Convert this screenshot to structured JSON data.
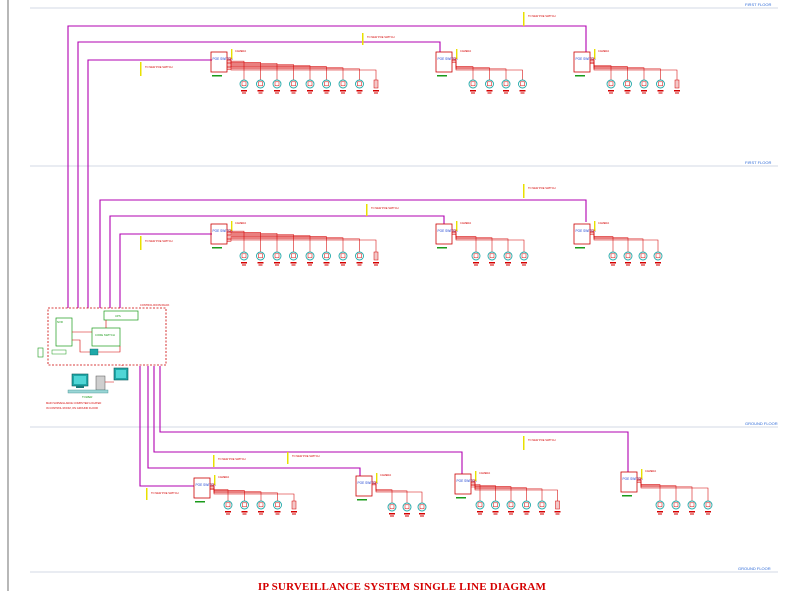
{
  "diagram": {
    "title": "IP SURVEILLANCE SYSTEM SINGLE LINE DIAGRAM",
    "floors": {
      "top": "FIRST FLOOR",
      "upper": "FIRST FLOOR",
      "middle": "GROUND FLOOR",
      "bottom": "GROUND FLOOR"
    },
    "control_room": {
      "caption_line1": "MAIN SURVEILLANCE COMPUTER LOCATED",
      "caption_line2": "IN CONTROL ROOM, ON GROUND FLOOR",
      "workstation_label": "TOWER",
      "rack_label": "CONTROL ROOM RACK",
      "nvr_label": "NVR",
      "switch_label": "CORE SWITCH",
      "ups_label": "UPS"
    },
    "labels": {
      "poe_switch": "POE SWITCH",
      "cable_note": "TO NEW POE SWITCH",
      "camera_note": "CAMERA"
    },
    "colors": {
      "trunk": "#b000b0",
      "cable": "#d40000",
      "switch": "#cc0000",
      "note": "#e8e000",
      "camera": "#1fa8a8",
      "equipment": "#1a9a1a",
      "floor_line": "#9aa8c8"
    }
  }
}
